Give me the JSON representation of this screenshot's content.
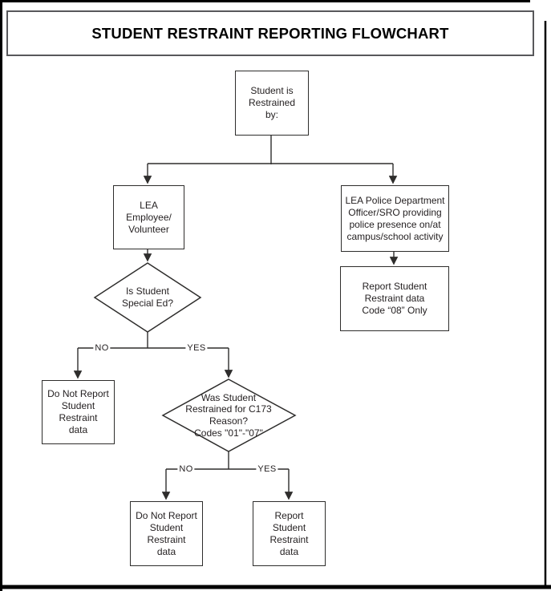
{
  "page": {
    "title": "STUDENT RESTRAINT REPORTING FLOWCHART"
  },
  "nodes": {
    "start": "Student is\nRestrained\nby:",
    "lea_employee": "LEA\nEmployee/\nVolunteer",
    "lea_police": "LEA Police Department\nOfficer/SRO providing\npolice presence on/at\ncampus/school activity",
    "report_code08": "Report Student\nRestraint data\nCode “08” Only",
    "special_ed_question": "Is Student\nSpecial Ed?",
    "do_not_report_a": "Do Not Report\nStudent\nRestraint\ndata",
    "c173_question": "Was Student\nRestrained for C173\nReason?\nCodes \"01\"-\"07\"",
    "do_not_report_b": "Do Not Report\nStudent\nRestraint\ndata",
    "report_final": "Report\nStudent\nRestraint\ndata"
  },
  "edge_labels": {
    "no_1": "NO",
    "yes_1": "YES",
    "no_2": "NO",
    "yes_2": "YES"
  },
  "colors": {
    "line": "#2e2d2c",
    "text": "#231f20",
    "frame": "#000000",
    "title_border": "#58585b",
    "background": "#ffffff"
  }
}
